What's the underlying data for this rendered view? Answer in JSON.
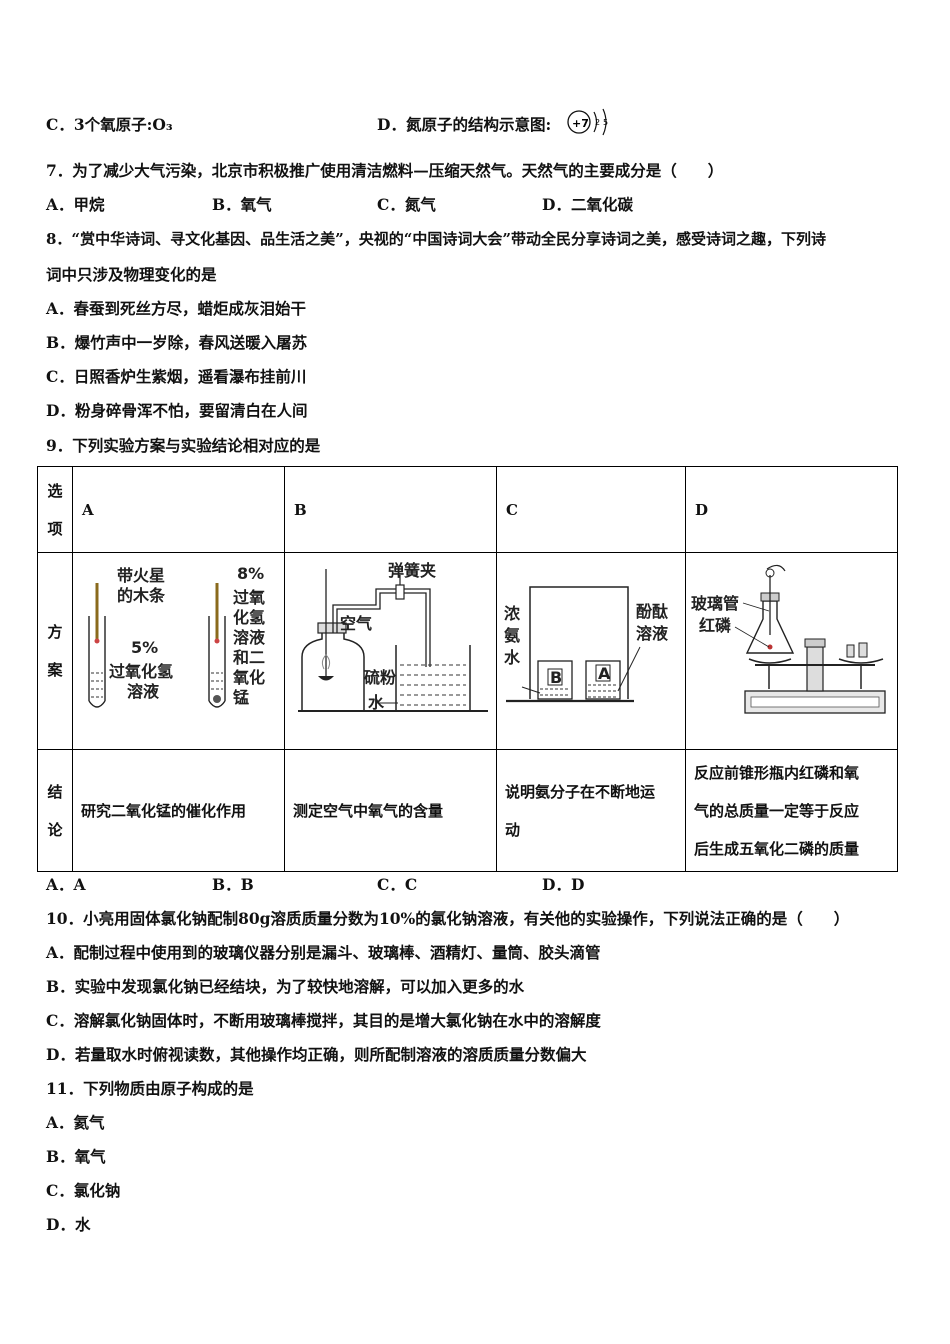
{
  "q6": {
    "option_c": "C．3个氧原子:O₃",
    "option_d": "D．氮原子的结构示意图:",
    "atom_nucleus": "+7",
    "atom_shell1": "2",
    "atom_shell2": "5"
  },
  "q7": {
    "stem": "7．为了减少大气污染，北京市积极推广使用清洁燃料—压缩天然气。天然气的主要成分是（　　）",
    "a": "A．甲烷",
    "b": "B．氧气",
    "c": "C．氮气",
    "d": "D．二氧化碳"
  },
  "q8": {
    "stem_line1": "8．“赏中华诗词、寻文化基因、品生活之美”，央视的“中国诗词大会”带动全民分享诗词之美，感受诗词之趣，下列诗",
    "stem_line2": "词中只涉及物理变化的是",
    "a": "A．春蚕到死丝方尽，蜡炬成灰泪始干",
    "b": "B．爆竹声中一岁除，春风送暖入屠苏",
    "c": "C．日照香炉生紫烟，遥看瀑布挂前川",
    "d": "D．粉身碎骨浑不怕，要留清白在人间"
  },
  "q9": {
    "stem": "9．下列实验方案与实验结论相对应的是",
    "table": {
      "row_labels": {
        "option": [
          "选",
          "项"
        ],
        "scheme": [
          "方",
          "案"
        ],
        "conclusion": [
          "结",
          "论"
        ]
      },
      "headers": [
        "A",
        "B",
        "C",
        "D"
      ],
      "diagram_a": {
        "label_splint": [
          "带火星",
          "的木条"
        ],
        "label_pct_left": "5%",
        "label_left_solution": [
          "过氧化氢",
          "溶液"
        ],
        "label_pct_right": "8%",
        "label_right_solution": [
          "过氧",
          "化氢",
          "溶液",
          "和二",
          "氧化",
          "锰"
        ]
      },
      "diagram_b": {
        "label_clamp": "弹簧夹",
        "label_air": "空气",
        "label_sulfur": [
          "硫粉"
        ],
        "label_water": "水"
      },
      "diagram_c": {
        "label_ammonia": [
          "浓",
          "氨",
          "水"
        ],
        "label_phenol": [
          "酚酞",
          "溶液"
        ],
        "beaker_b": "B",
        "beaker_a": "A"
      },
      "diagram_d": {
        "label_tube": "玻璃管",
        "label_phos": "红磷"
      },
      "conclusions": [
        [
          "研究二氧化锰的催化作用"
        ],
        [
          "测定空气中氧气的含量"
        ],
        [
          "说明氨分子在不断地运",
          "动"
        ],
        [
          "反应前锥形瓶内红磷和氧",
          "气的总质量一定等于反应",
          "后生成五氧化二磷的质量"
        ]
      ]
    },
    "a": "A．A",
    "b": "B．B",
    "c": "C．C",
    "d": "D．D"
  },
  "q10": {
    "stem": "10．小亮用固体氯化钠配制80g溶质质量分数为10%的氯化钠溶液，有关他的实验操作，下列说法正确的是（　　）",
    "a": "A．配制过程中使用到的玻璃仪器分别是漏斗、玻璃棒、酒精灯、量筒、胶头滴管",
    "b": "B．实验中发现氯化钠已经结块，为了较快地溶解，可以加入更多的水",
    "c": "C．溶解氯化钠固体时，不断用玻璃棒搅拌，其目的是增大氯化钠在水中的溶解度",
    "d": "D．若量取水时俯视读数，其他操作均正确，则所配制溶液的溶质质量分数偏大"
  },
  "q11": {
    "stem": "11．下列物质由原子构成的是",
    "a": "A．氦气",
    "b": "B．氧气",
    "c": "C．氯化钠",
    "d": "D．水"
  }
}
